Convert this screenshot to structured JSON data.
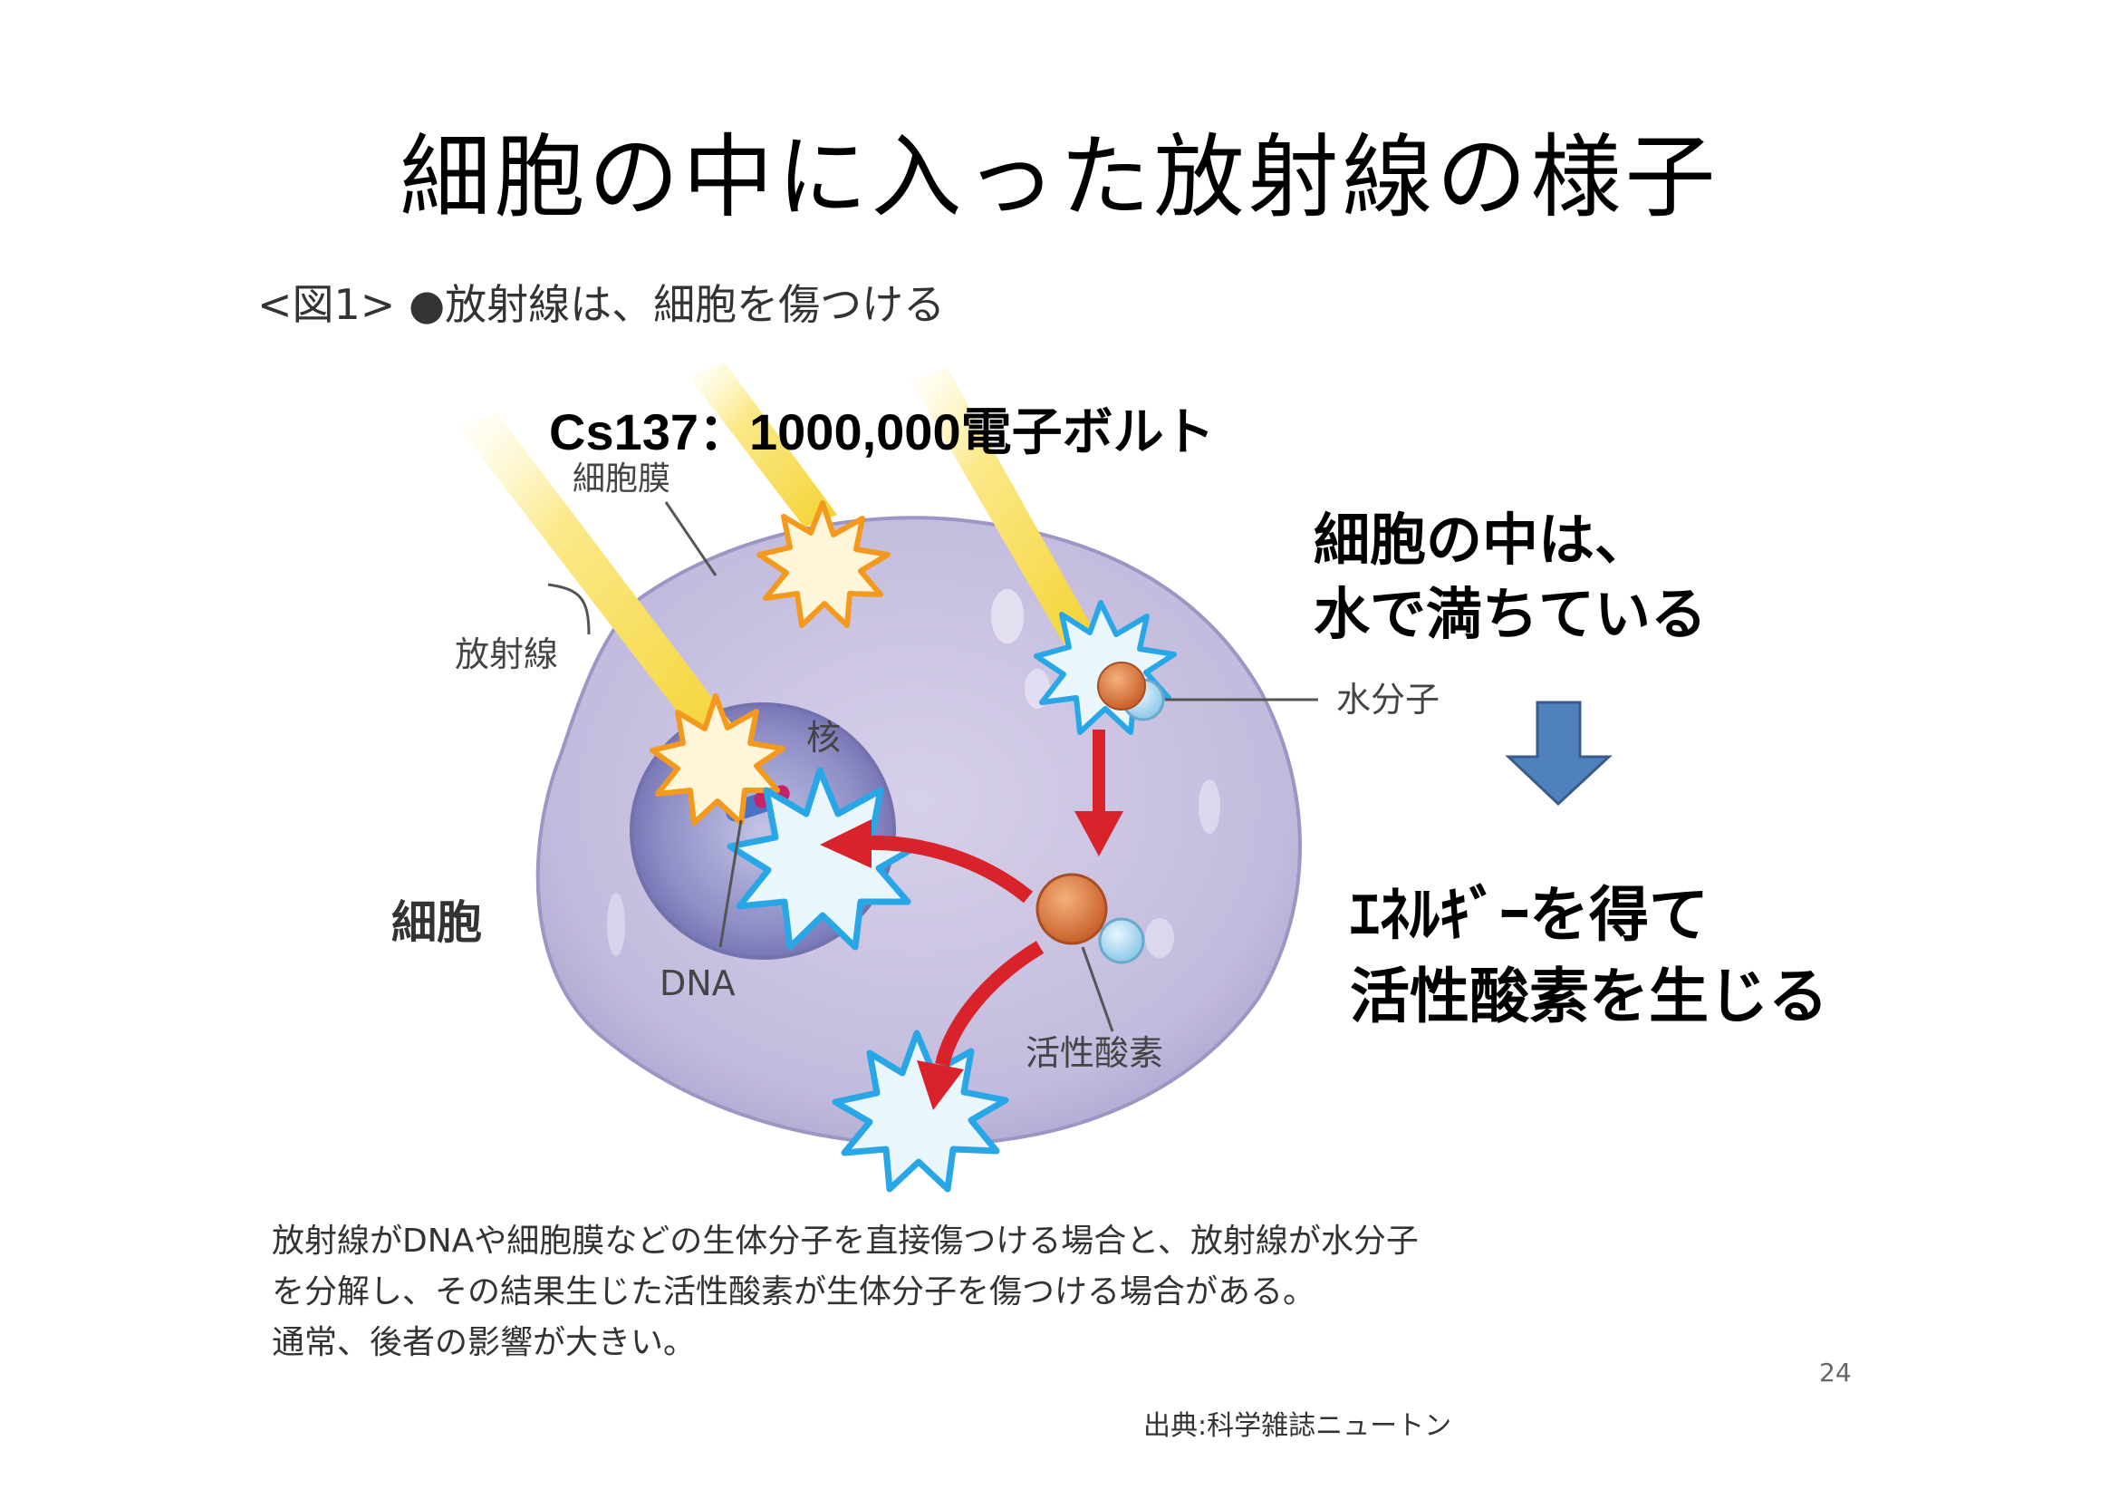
{
  "slide": {
    "title": "細胞の中に入った放射線の様子",
    "figure_caption": "<図1> ●放射線は、細胞を傷つける",
    "cs_label": "Cs137：1000,000電子ボルト",
    "callout_water_line1": "細胞の中は、",
    "callout_water_line2": "水で満ちている",
    "callout_energy_line1": "ｴﾈﾙｷﾞｰを得て",
    "callout_energy_line2": "活性酸素を生じる",
    "page_number": "24",
    "source": "出典:科学雑誌ニュートン"
  },
  "diagram": {
    "labels": {
      "membrane": "細胞膜",
      "radiation": "放射線",
      "nucleus": "核",
      "cell": "細胞",
      "dna": "DNA",
      "water_molecule": "水分子",
      "active_oxygen": "活性酸素"
    },
    "colors": {
      "cell_fill": "#c6bedf",
      "nucleus_fill": "#8e8cc2",
      "ray": "#f7e06a",
      "burst_orange": "#f39a1e",
      "burst_blue": "#29a6e6",
      "arrow_red": "#d8232a",
      "down_arrow": "#4f81bd",
      "molecule_orange": "#d8723a",
      "molecule_blue": "#9fd3ee"
    }
  },
  "description": {
    "line1": "放射線がDNAや細胞膜などの生体分子を直接傷つける場合と、放射線が水分子",
    "line2": "を分解し、その結果生じた活性酸素が生体分子を傷つける場合がある。",
    "line3": "通常、後者の影響が大きい。"
  }
}
